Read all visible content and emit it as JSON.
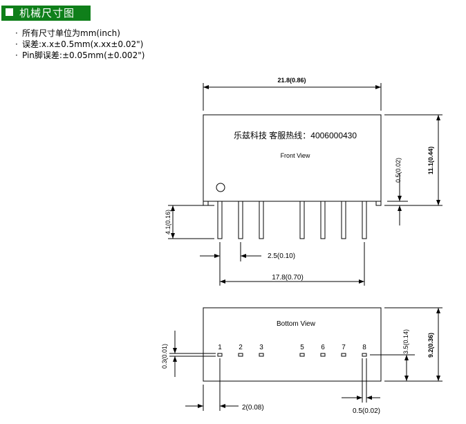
{
  "header": {
    "title": "机械尺寸图"
  },
  "notes": [
    "所有尺寸单位为mm(inch)",
    "误差:x.x±0.5mm(x.xx±0.02\")",
    "Pin脚误差:±0.05mm(±0.002\")"
  ],
  "front": {
    "brand_text": "乐兹科技 客服热线：4006000430",
    "view_label": "Front View",
    "dim_width": "21.8(0.86)",
    "dim_height": "11.1(0.44)",
    "dim_standoff": "0.5(0.02)",
    "dim_pin_length": "4.1(0.16)",
    "dim_pitch": "2.5(0.10)",
    "dim_span": "17.8(0.70)"
  },
  "bottom": {
    "view_label": "Bottom View",
    "pins": [
      "1",
      "2",
      "3",
      "5",
      "6",
      "7",
      "8"
    ],
    "dim_pin_row": "0.3(0.01)",
    "dim_pin_offset": "3.5(0.14)",
    "dim_depth": "9.2(0.36)",
    "dim_edge": "2(0.08)",
    "dim_pin_width": "0.5(0.02)"
  }
}
